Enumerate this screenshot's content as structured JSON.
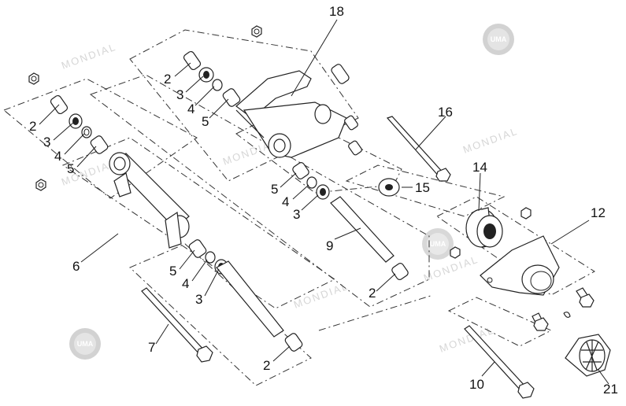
{
  "diagram": {
    "callouts": {
      "c2a": "2",
      "c3a": "3",
      "c4a": "4",
      "c5a": "5",
      "c2b": "2",
      "c3b": "3",
      "c4b": "4",
      "c5b": "5",
      "c6": "6",
      "c5c": "5",
      "c4c": "4",
      "c3c": "3",
      "c7": "7",
      "c2c": "2",
      "c18": "18",
      "c5d": "5",
      "c4d": "4",
      "c3d": "3",
      "c9": "9",
      "c2d": "2",
      "c16": "16",
      "c15": "15",
      "c14": "14",
      "c12": "12",
      "c10": "10",
      "c21": "21"
    },
    "watermarks": {
      "brand": "MONDIAL",
      "logo": "UMA"
    },
    "colors": {
      "line": "#222222",
      "watermark": "#d6d6d6",
      "logo": "#cfcfcf"
    }
  }
}
